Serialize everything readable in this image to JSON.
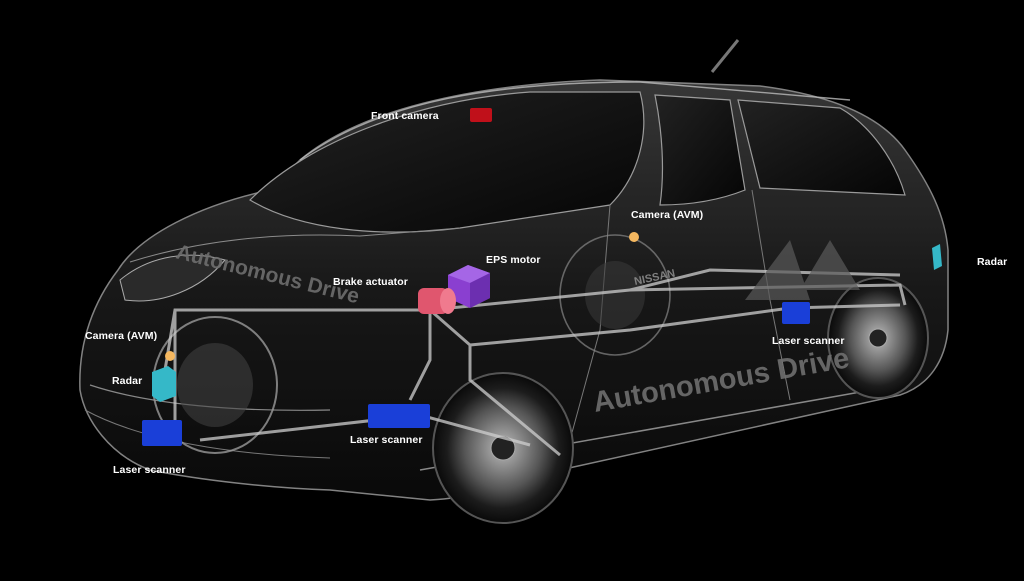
{
  "car": {
    "body_text_front": "Autonomous Drive",
    "body_text_side": "Autonomous Drive",
    "brand": "NISSAN"
  },
  "labels": {
    "front_camera": "Front camera",
    "camera_avm_right": "Camera (AVM)",
    "eps_motor": "EPS motor",
    "brake_actuator": "Brake actuator",
    "radar_rear": "Radar",
    "camera_avm_front": "Camera (AVM)",
    "radar_front": "Radar",
    "laser_scanner_rear": "Laser scanner",
    "laser_scanner_center": "Laser scanner",
    "laser_scanner_front": "Laser scanner"
  },
  "colors": {
    "background": "#000000",
    "front_camera": "#c0101a",
    "camera_avm": "#f5b860",
    "eps_motor": "#8a3fd0",
    "brake_actuator": "#e0566e",
    "radar": "#35b8c8",
    "laser_scanner": "#1a3fd8",
    "wiring": "#cfcfcf"
  }
}
